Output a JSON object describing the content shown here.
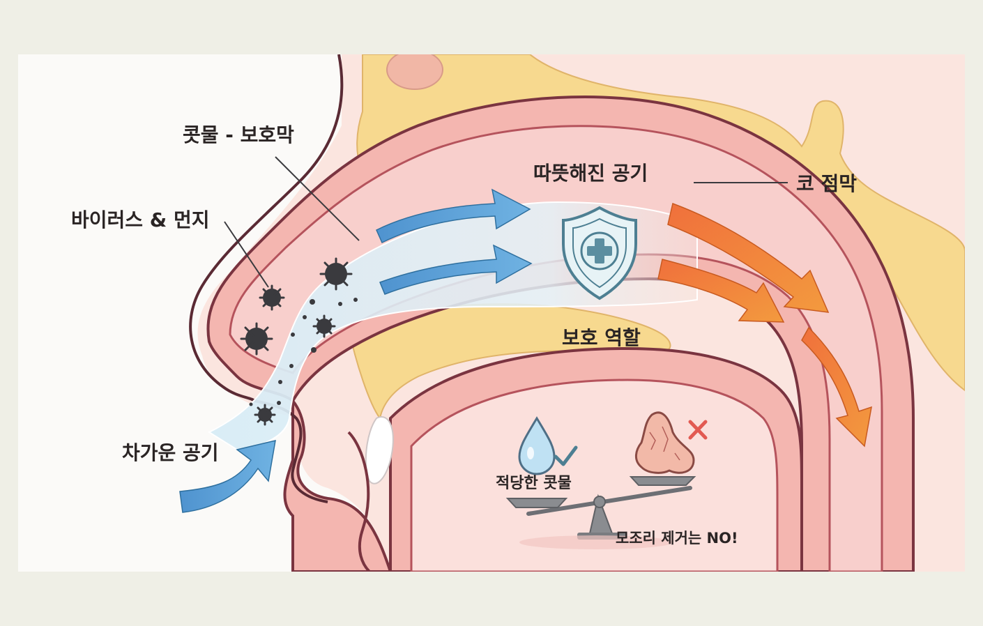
{
  "labels": {
    "mucus_membrane": "콧물 - 보호막",
    "virus_dust": "바이러스 & 먼지",
    "cold_air": "차가운 공기",
    "warmed_air": "따뜻해진 공기",
    "nasal_mucosa": "코 점막",
    "protective_role": "보호 역할",
    "proper_mucus": "적당한 콧물",
    "no_removal": "모조리 제거는 NO!"
  },
  "icons": [
    "shield-plus-icon",
    "water-drop-icon",
    "check-icon",
    "dry-nose-icon",
    "x-icon",
    "balance-scale-icon",
    "virus-particle-icon"
  ],
  "colors": {
    "background": "#efefe6",
    "skin": "#fbe5df",
    "mucosa_outer": "#f4b6b0",
    "mucosa_inner": "#f8cfcc",
    "outline": "#7a3440",
    "bone": "#f7d98f",
    "air_stream": "#cfe6f2",
    "cold_arrow": "#5a9fd6",
    "warm_arrow": "#ee8a3c",
    "shield": "#5b8ea0",
    "virus": "#3a3a3e"
  }
}
